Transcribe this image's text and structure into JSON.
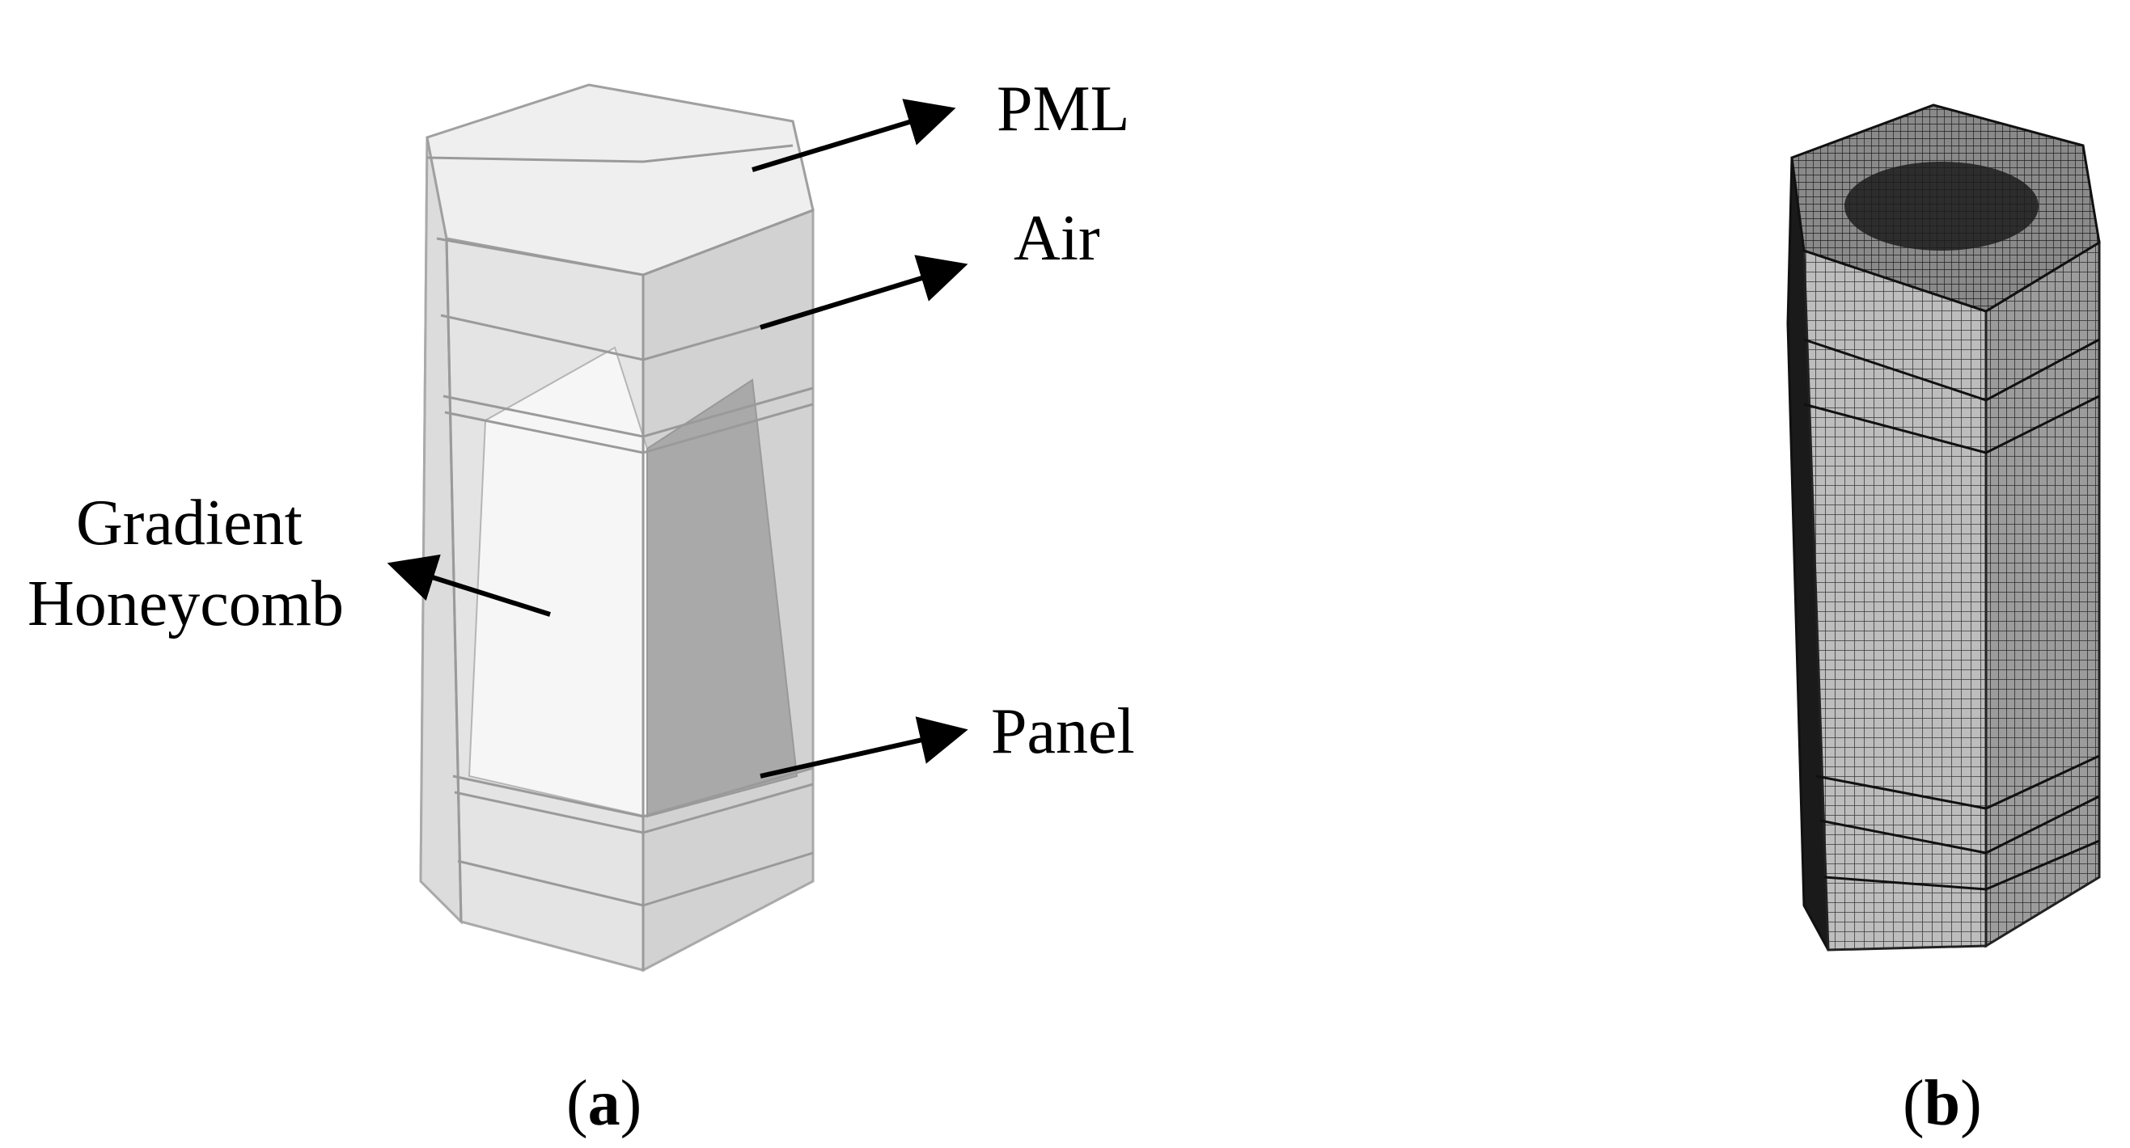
{
  "labels": {
    "pml": "PML",
    "air": "Air",
    "gradient_line1": "Gradient",
    "gradient_line2": "Honeycomb",
    "panel": "Panel"
  },
  "captions": {
    "a_letter": "a",
    "b_letter": "b"
  },
  "colors": {
    "face_light": "#ececec",
    "face_mid": "#d6d6d6",
    "face_dark": "#a8a8a8",
    "edge": "#9a9a9a",
    "mesh_dark": "#2a2a2a",
    "arrow": "#000000"
  }
}
